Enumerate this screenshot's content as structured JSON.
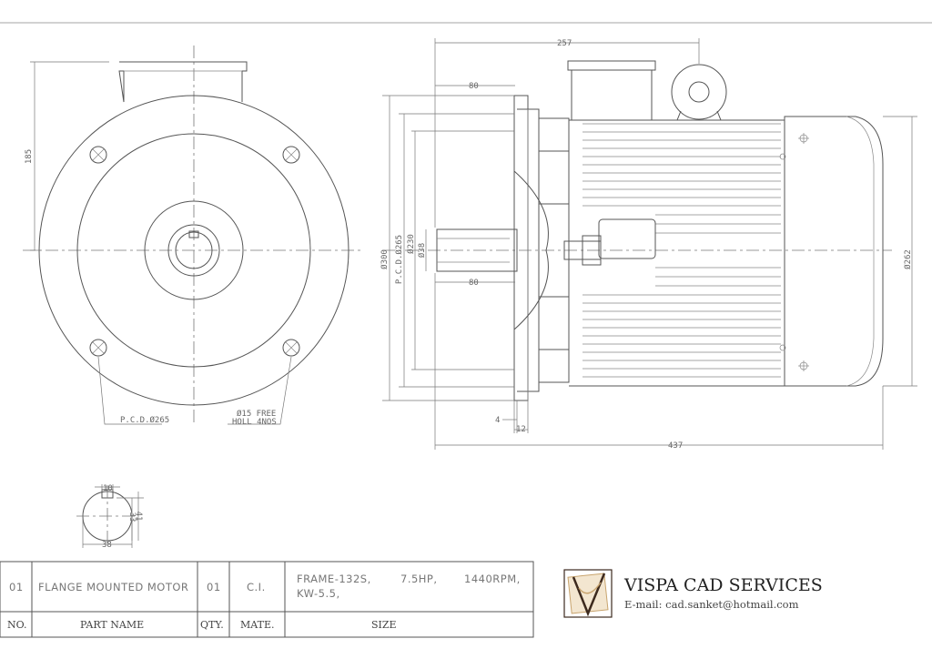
{
  "dimensions": {
    "height_185": "185",
    "overall_257": "257",
    "shaft_len_top": "80",
    "shaft_len_bottom": "80",
    "flange_dia": "Ø300",
    "pcd_side": "P.C.D.Ø265",
    "spigot_dia": "Ø230",
    "shaft_dia": "Ø38",
    "body_dia": "Ø262",
    "spigot_depth": "4",
    "flange_thk": "12",
    "overall_437": "437",
    "key_width": "10",
    "key_height": "33",
    "key_total": "41",
    "key_shaft": "38"
  },
  "callouts": {
    "pcd_front": "P.C.D.Ø265",
    "holes_line1": "Ø15 FREE",
    "holes_line2": "HOLL 4NOS"
  },
  "title_block": {
    "row": {
      "no": "01",
      "part_name": "FLANGE MOUNTED MOTOR",
      "qty": "01",
      "material": "C.I.",
      "size_line1_a": "FRAME-132S,",
      "size_line1_b": "7.5HP,",
      "size_line1_c": "1440RPM,",
      "size_line2": "KW-5.5,"
    },
    "headers": {
      "no": "NO.",
      "part_name": "PART NAME",
      "qty": "QTY.",
      "material": "MATE.",
      "size": "SIZE"
    }
  },
  "company": {
    "name": "VISPA CAD SERVICES",
    "email": "E-mail: cad.sanket@hotmail.com",
    "logo_colors": {
      "accent": "#c8a46e",
      "dark": "#3d2a1e"
    }
  }
}
